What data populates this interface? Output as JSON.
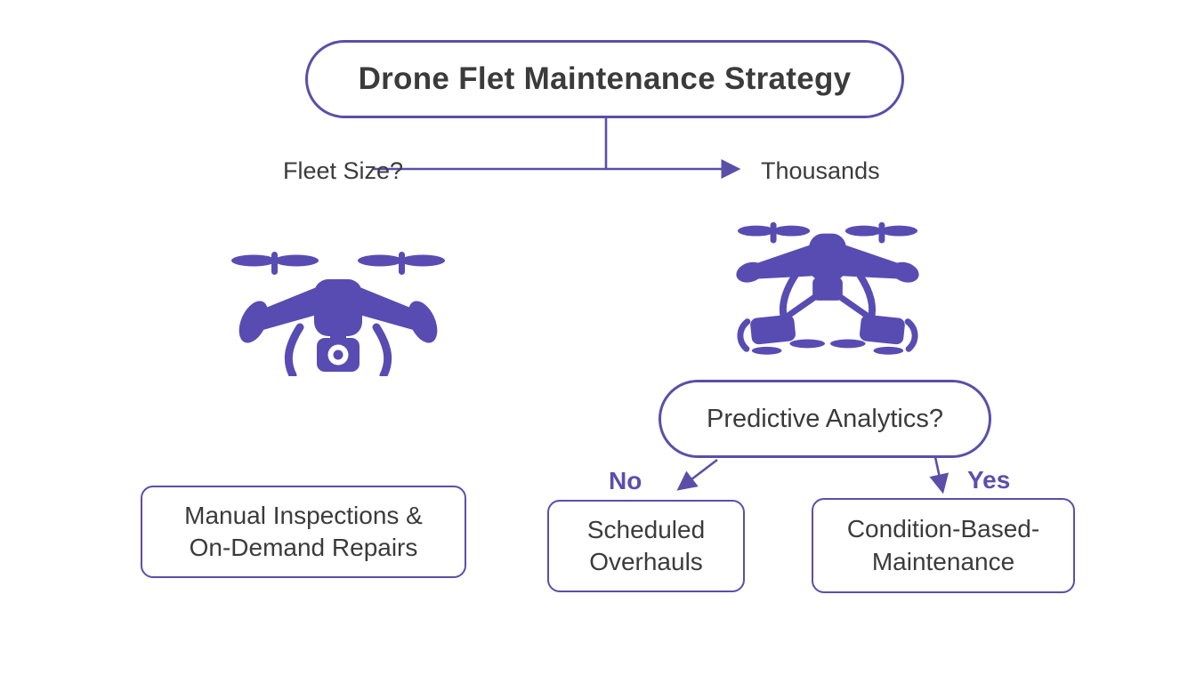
{
  "diagram": {
    "title": "Drone Flet Maintenance Strategy",
    "branch_question": "Fleet Size?",
    "branch_answer": "Thousands",
    "decision": "Predictive Analytics?",
    "no_label": "No",
    "yes_label": "Yes",
    "outcome_left": "Manual Inspections &\nOn-Demand Repairs",
    "outcome_no": "Scheduled\nOverhauls",
    "outcome_yes": "Condition-Based-\nMaintenance"
  },
  "icons": {
    "left": "drone-camera-icon",
    "right": "drone-scanner-icon"
  },
  "colors": {
    "accent": "#5a4fa8",
    "drone": "#584cb3",
    "text": "#3b3b3b",
    "label": "#5a4fae",
    "bg": "#ffffff"
  }
}
